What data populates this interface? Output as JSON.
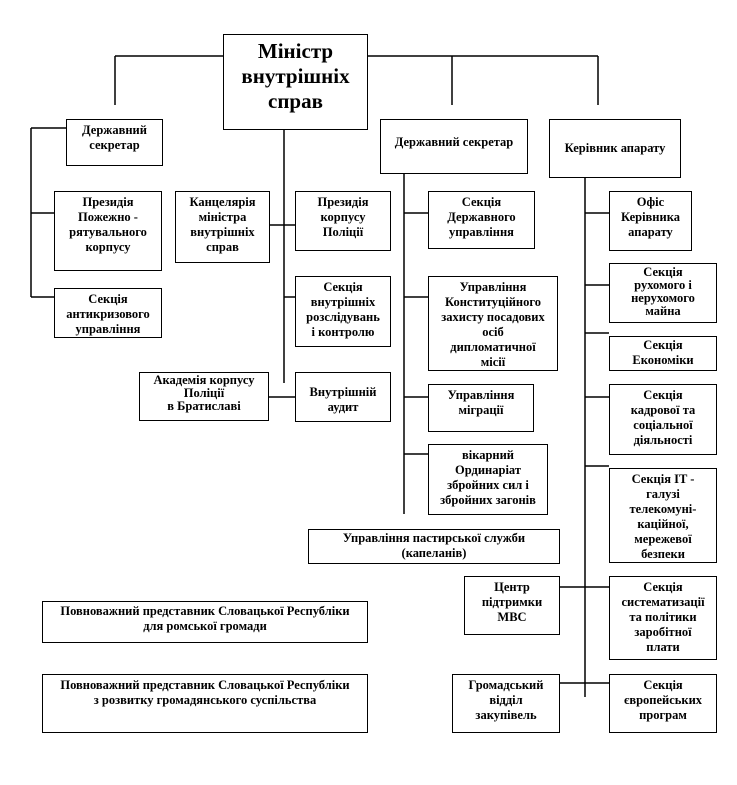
{
  "title": "Організаційна структура Міністерства внутрішніх справ",
  "nodes": {
    "minister": "Міністр\nвнутрішніх\nсправ",
    "state_secretary_left": "Державний\nсекретар",
    "state_secretary_mid": "Державний секретар",
    "head_of_office": "Керівник апарату",
    "fire_rescue_presidium": "Президія\nПожежно -\nрятувального\nкорпусу",
    "crisis_management_section": "Секція\nантикризового\nуправління",
    "minister_chancellery": "Канцелярія\nміністра\nвнутрішніх\nсправ",
    "police_presidium": "Президія\nкорпусу\nПоліції",
    "internal_investigations_section": "Секція\nвнутрішніх\nрозслідувань\nі контролю",
    "police_academy": "Академія корпусу\nПоліції\nв Братиславі",
    "internal_audit": "Внутрішній\nаудит",
    "public_administration_section": "Секція\nДержавного\nуправління",
    "constitutional_protection_office": "Управління\nКонституційного\nзахисту посадових\nосіб\nдипломатичної\nмісії",
    "migration_office": "Управління\nміграції",
    "military_ordinariate": "вікарний\nОрдинаріат\nзбройних сил і\nзбройних загонів",
    "pastoral_service_office": "Управління пастирської служби\n(капеланів)",
    "head_office_bureau": "Офіс\nКерівника\nапарату",
    "property_section": "Секція\nрухомого   і\nнерухомого\nмайна",
    "economics_section": "Секція\nЕкономіки",
    "hr_social_section": "Секція\nкадрової та\nсоціальної\nдіяльності",
    "it_section": "Секція IT  -\nгалузі\nтелекомуні-\nкаційної,\nмережевої\nбезпеки",
    "mvs_support_center": "Центр\nпідтримки\nМВС",
    "wage_policy_section": "Секція\nсистематизації\nта політики\nзаробітної\nплати",
    "public_procurement_dept": "Громадський\nвідділ\nзакупівель",
    "european_programs_section": "Секція\nєвропейських\nпрограм",
    "roma_representative": "Повноважний представник Словацької Республіки\nдля ромської громади",
    "civil_society_representative": "Повноважний представник Словацької Республіки\nз розвитку громадянського суспільства"
  }
}
